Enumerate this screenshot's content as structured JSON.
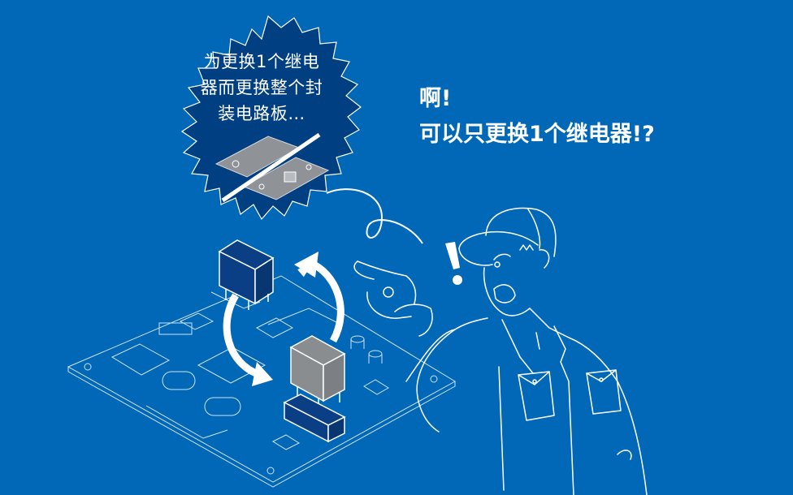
{
  "illustration": {
    "background_color": "#0068b7",
    "bubble": {
      "fill_color": "#003f81",
      "outline_color": "#ffffff",
      "lines": [
        "为更换1个继电",
        "器而更换整个封",
        "装电路板…"
      ],
      "crossed_out_item": "pcb-pair"
    },
    "headline": {
      "lines": [
        "啊!",
        "可以只更换1个继电器!?"
      ]
    },
    "relays": {
      "removed_color": "#0a3f85",
      "new_color": "#8a8d90",
      "socket_color": "#0a3f85"
    },
    "exclamation": "!",
    "line_color": "#ffffff"
  }
}
